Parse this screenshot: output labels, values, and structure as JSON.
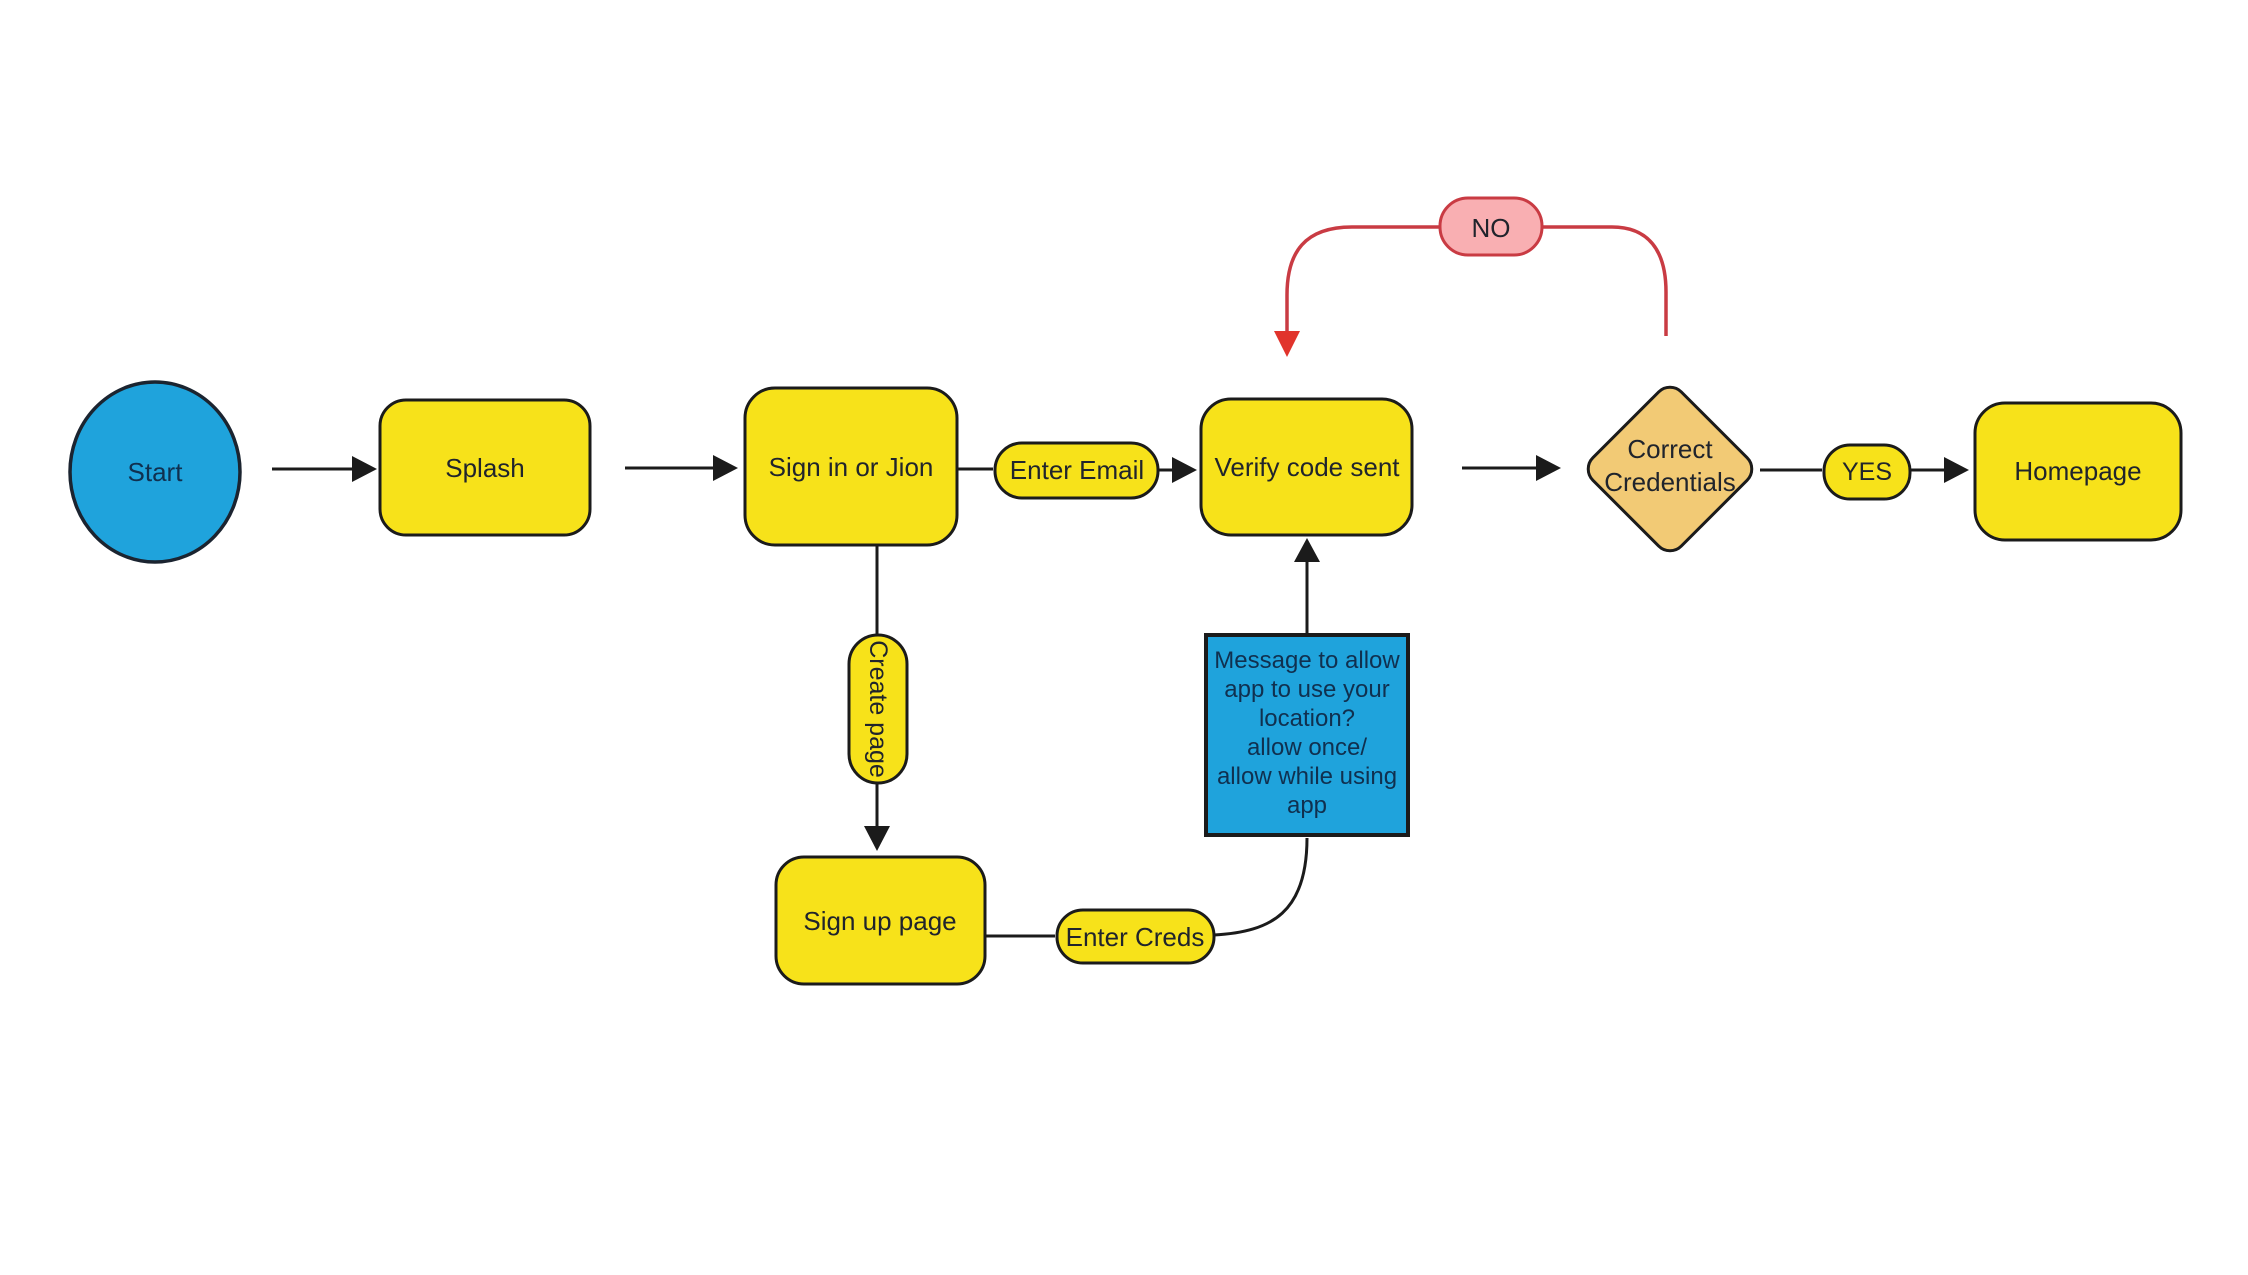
{
  "diagram_type": "flowchart",
  "colors": {
    "node_blue": "#1FA3DC",
    "node_yellow": "#F7E21A",
    "node_tan": "#F2CA75",
    "node_pink": "#F9AFB2",
    "red_line": "#C93B43",
    "red_arrow": "#E1342C",
    "black_line": "#1B1B1B",
    "text_dark": "#20242C",
    "text_navy": "#10304F"
  },
  "nodes": {
    "start": {
      "label": "Start",
      "shape": "circle"
    },
    "splash": {
      "label": "Splash",
      "shape": "rounded-rect"
    },
    "sign_in": {
      "label": "Sign in or Jion",
      "shape": "rounded-rect"
    },
    "enter_email": {
      "label": "Enter Email",
      "shape": "pill"
    },
    "verify_code": {
      "label": "Verify code sent",
      "shape": "rounded-rect"
    },
    "correct_credentials": {
      "label": "Correct Credentials",
      "lines": [
        "Correct",
        "Credentials"
      ],
      "shape": "diamond"
    },
    "yes": {
      "label": "YES",
      "shape": "pill"
    },
    "homepage": {
      "label": "Homepage",
      "shape": "rounded-rect"
    },
    "no": {
      "label": "NO",
      "shape": "pill"
    },
    "create_page": {
      "label": "Create page",
      "shape": "vertical-pill",
      "text_rotation": "90deg-clockwise"
    },
    "sign_up": {
      "label": "Sign up page",
      "shape": "rounded-rect"
    },
    "enter_creds": {
      "label": "Enter Creds",
      "shape": "pill"
    },
    "location_message": {
      "label": "Message to allow app to use your location? allow once/ allow while using app",
      "lines": [
        "Message to allow",
        "app to use your",
        "location?",
        "allow once/",
        "allow while using",
        "app"
      ],
      "shape": "rect"
    }
  },
  "edges": [
    {
      "from": "start",
      "to": "splash",
      "style": "black-arrow"
    },
    {
      "from": "splash",
      "to": "sign_in",
      "style": "black-arrow"
    },
    {
      "from": "sign_in",
      "to": "enter_email",
      "style": "black-line"
    },
    {
      "from": "enter_email",
      "to": "verify_code",
      "style": "black-arrow"
    },
    {
      "from": "verify_code",
      "to": "correct_credentials",
      "style": "black-arrow"
    },
    {
      "from": "correct_credentials",
      "to": "yes",
      "style": "black-line"
    },
    {
      "from": "yes",
      "to": "homepage",
      "style": "black-arrow"
    },
    {
      "from": "correct_credentials",
      "to": "verify_code",
      "via": "no",
      "style": "red-curved-arrow"
    },
    {
      "from": "sign_in",
      "to": "create_page",
      "style": "black-line"
    },
    {
      "from": "create_page",
      "to": "sign_up",
      "style": "black-arrow"
    },
    {
      "from": "sign_up",
      "to": "enter_creds",
      "style": "black-line"
    },
    {
      "from": "enter_creds",
      "to": "location_message",
      "style": "black-curve"
    },
    {
      "from": "location_message",
      "to": "verify_code",
      "style": "black-arrow"
    }
  ]
}
